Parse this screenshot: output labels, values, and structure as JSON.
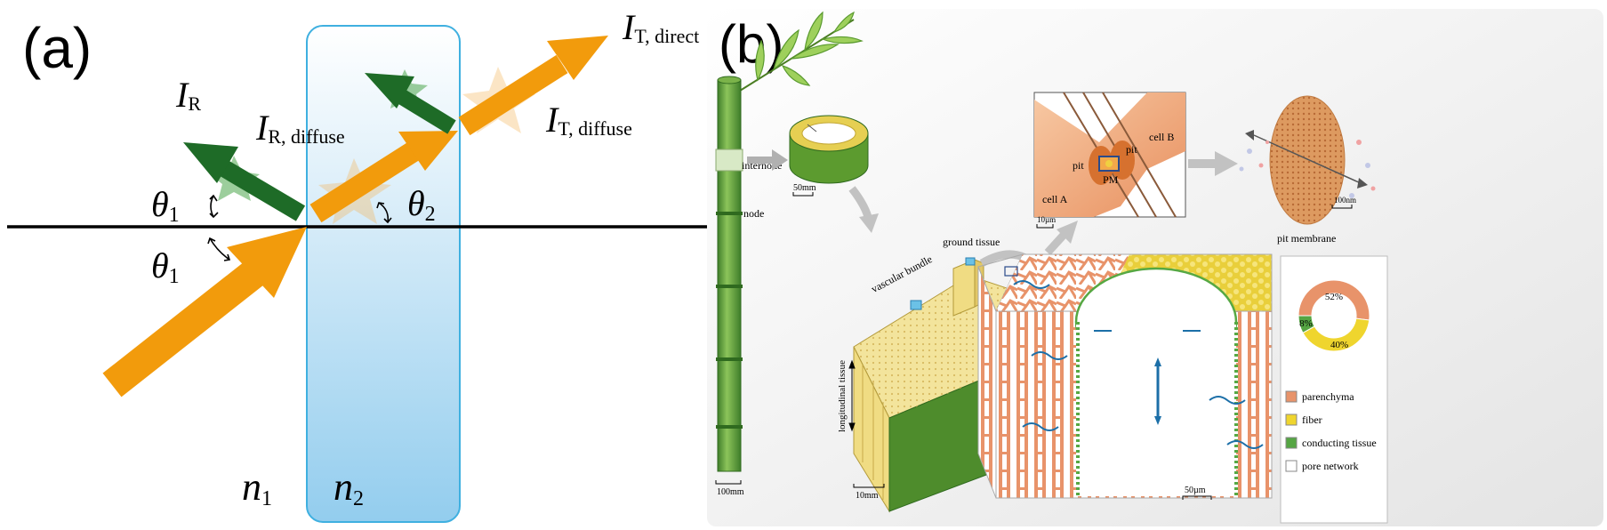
{
  "panel_a": {
    "label": "(a)",
    "intensity_reflected": {
      "symbol": "I",
      "subscript": "R"
    },
    "intensity_reflected_diffuse": {
      "symbol": "I",
      "subscript": "R, diffuse"
    },
    "intensity_transmitted_direct": {
      "symbol": "I",
      "subscript": "T, direct"
    },
    "intensity_transmitted_diffuse": {
      "symbol": "I",
      "subscript": "T, diffuse"
    },
    "angle_upper": {
      "symbol": "θ",
      "subscript": "1"
    },
    "angle_lower": {
      "symbol": "θ",
      "subscript": "1"
    },
    "angle_inside": {
      "symbol": "θ",
      "subscript": "2"
    },
    "medium_1": {
      "symbol": "n",
      "subscript": "1"
    },
    "medium_2": {
      "symbol": "n",
      "subscript": "2"
    },
    "colors": {
      "incident": "#f29b0c",
      "reflected": "#1e6b27",
      "slab_edge": "#3fb0e0",
      "slab_fill": "#bfe4f6"
    }
  },
  "panel_b": {
    "label": "(b)",
    "culm": {
      "internode": "internode",
      "node": "node",
      "scale": "100mm"
    },
    "ring": {
      "scale": "50mm"
    },
    "block": {
      "vascular_bundle": "vascular bundle",
      "ground_tissue": "ground tissue",
      "longitudinal_tissue": "longitudinal tissue",
      "scale": "10mm"
    },
    "cells": {
      "cell_b": "cell B",
      "cell_a": "cell A",
      "pit_left": "pit",
      "pit_right": "pit",
      "pm": "PM",
      "scale": "10µm"
    },
    "membrane": {
      "caption": "pit membrane",
      "scale": "100nm"
    },
    "tissue": {
      "scale": "50µm"
    },
    "composition": {
      "values": [
        {
          "label": "52%",
          "fraction": 0.52,
          "color": "#e8936a"
        },
        {
          "label": "40%",
          "fraction": 0.4,
          "color": "#efd52e"
        },
        {
          "label": "8%",
          "fraction": 0.08,
          "color": "#55a543"
        }
      ]
    },
    "legend": [
      {
        "label": "parenchyma",
        "color": "#e8936a"
      },
      {
        "label": "fiber",
        "color": "#efd52e"
      },
      {
        "label": "conducting tissue",
        "color": "#55a543"
      },
      {
        "label": "pore network",
        "color": "#ffffff"
      }
    ]
  }
}
